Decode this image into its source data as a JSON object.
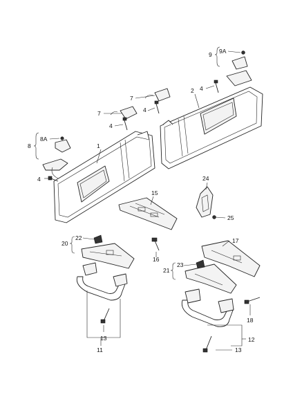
{
  "diagram": {
    "callouts": {
      "c1": "1",
      "c2": "2",
      "c4a": "4",
      "c4b": "4",
      "c4c": "4",
      "c4d": "4",
      "c7a": "7",
      "c7b": "7",
      "c8": "8",
      "c8a": "8A",
      "c9": "9",
      "c9a": "9A",
      "c11": "11",
      "c12": "12",
      "c13a": "13",
      "c13b": "13",
      "c15": "15",
      "c16": "16",
      "c17": "17",
      "c18": "18",
      "c20": "20",
      "c21": "21",
      "c22": "22",
      "c23": "23",
      "c24": "24",
      "c25": "25"
    }
  }
}
